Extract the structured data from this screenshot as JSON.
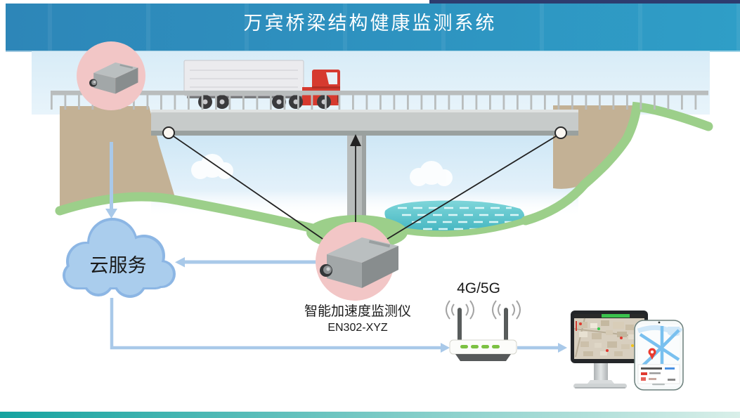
{
  "header": {
    "title": "万宾桥梁结构健康监测系统"
  },
  "cloud": {
    "label": "云服务"
  },
  "sensor_label": {
    "line1": "智能加速度监测仪",
    "line2": "EN302-XYZ"
  },
  "network": {
    "label": "4G/5G"
  },
  "icons": {
    "sensor_badge": "accelerometer-device-in-pink-circle",
    "cloud": "cloud-service",
    "router": "wireless-router-with-antennas",
    "wifi": "wifi-signal-waves",
    "monitor": "desktop-monitor-gis-map",
    "phone": "smartphone-map-app",
    "truck": "cargo-truck",
    "bridge": "bridge-cross-section"
  },
  "colors": {
    "header_from": "#2d86b8",
    "header_to": "#2f9ec7",
    "title_color": "#ffffff",
    "sky": "#d8ecf7",
    "earth": "#c3b195",
    "grass": "#9ccf8a",
    "water": "#52bfc8",
    "rail": "#b9bdbd",
    "deck": "#c7cbca",
    "deck_dark": "#9aa19f",
    "pink": "#f2c6c6",
    "cloud": "#aacded",
    "cloud_dark": "#8cb6e4",
    "arrow_blue": "#a9c9e9",
    "line": "#222222",
    "truck_red": "#d63a2f",
    "trailer": "#ebebee",
    "led_green": "#7cc142",
    "bar_from": "#15a3a0",
    "bar_to": "#d9efe9"
  }
}
